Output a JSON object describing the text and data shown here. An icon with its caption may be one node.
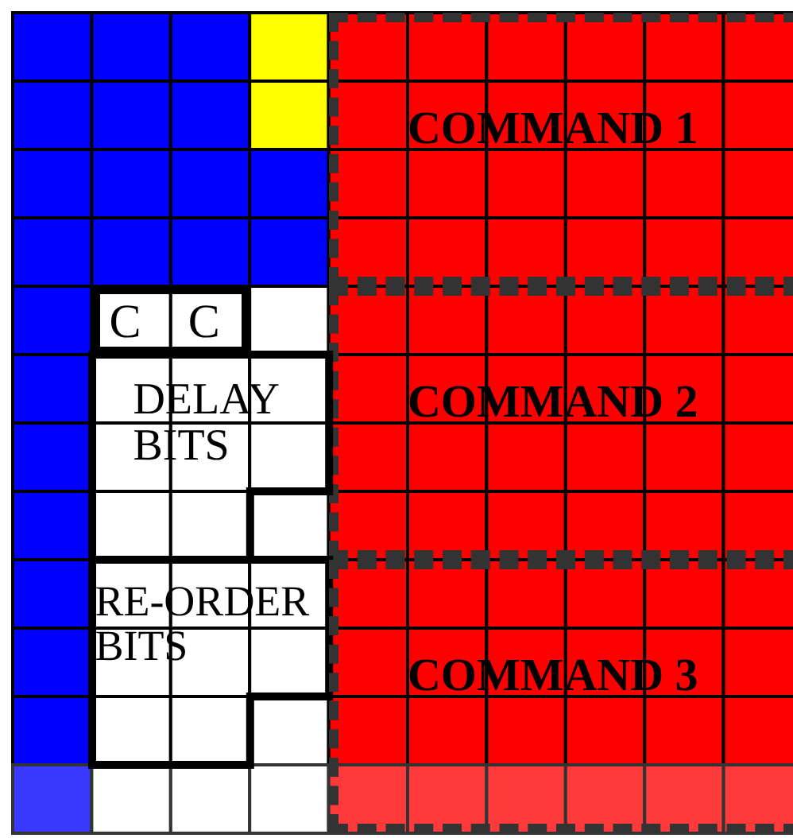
{
  "diagram": {
    "nodes": [
      {
        "text": [
          "COMMAND 1"
        ]
      },
      {
        "text": [
          "C",
          "C"
        ]
      },
      {
        "text": [
          "COMMAND 2"
        ]
      },
      {
        "text": [
          "DELAY BITS"
        ]
      },
      {
        "text": [
          "RE-ORDER BITS"
        ]
      },
      {
        "text": [
          "COMMAND 3"
        ]
      }
    ]
  }
}
